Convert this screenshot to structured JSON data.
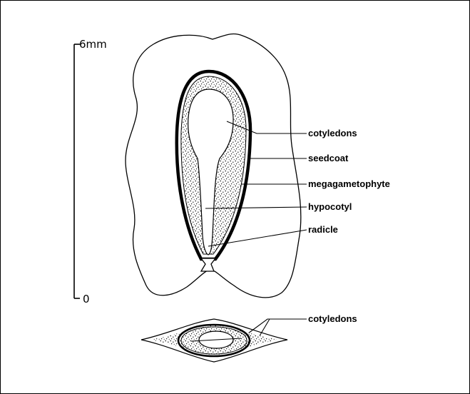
{
  "scale": {
    "top_label": "6mm",
    "bottom_label": "0"
  },
  "labels": {
    "cotyledons": "cotyledons",
    "seedcoat": "seedcoat",
    "megagametophyte": "megagametophyte",
    "hypocotyl": "hypocotyl",
    "radicle": "radicle",
    "cotyledons_cross_section": "cotyledons"
  },
  "colors": {
    "ink": "#000000",
    "background": "#ffffff"
  }
}
